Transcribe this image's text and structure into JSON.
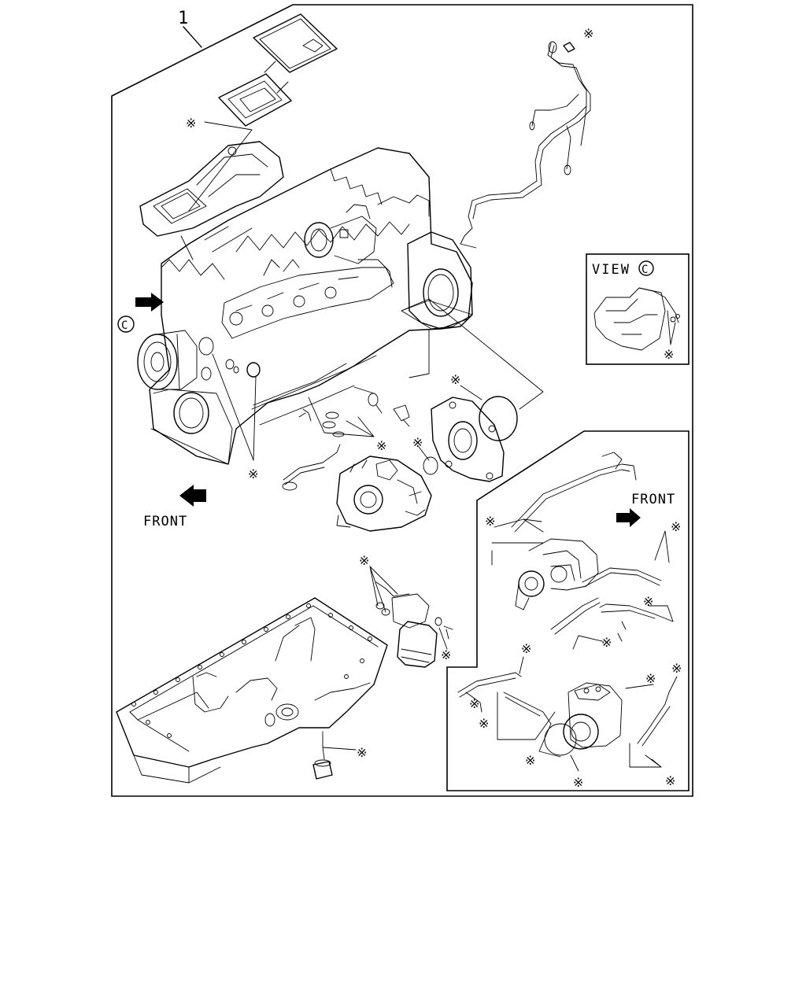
{
  "callout_number": "1",
  "view_label": "VIEW",
  "view_ref": "C",
  "front_labels": [
    "FRONT",
    "FRONT"
  ],
  "asterisk": "※",
  "colors": {
    "ink": "#000000",
    "paper": "#ffffff"
  },
  "icons": [
    "arrow-right-icon",
    "arrow-left-icon",
    "asterisk-marker-icon",
    "circled-c-icon"
  ]
}
